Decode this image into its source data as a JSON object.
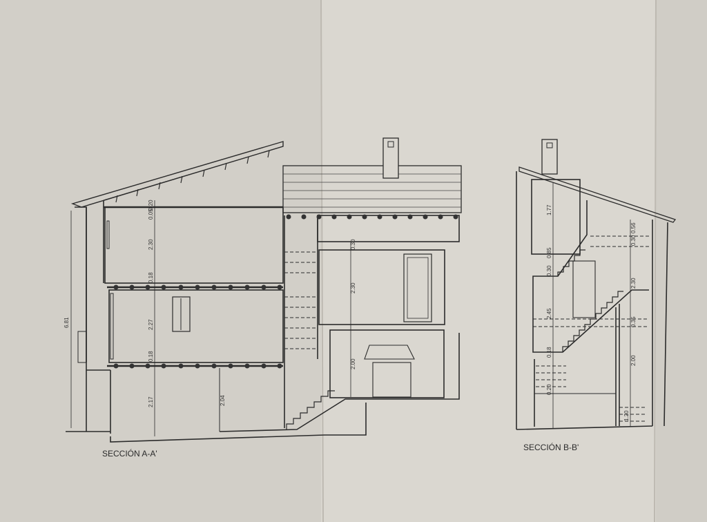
{
  "section_a": {
    "title": "SECCIÓN A-A'",
    "dims": {
      "total": "6.81",
      "roof_a": "0.20",
      "roof_b": "0.05",
      "floor3": "2.30",
      "slab2": "0.18",
      "floor2": "2.27",
      "slab1": "0.18",
      "floor1": "2.17",
      "floor1_b": "2.04",
      "mid_slab": "0.30",
      "mid_floor": "2.30",
      "mid_low": "2.00"
    }
  },
  "section_b": {
    "title": "SECCIÓN B-B'",
    "dims": {
      "top": "1.77",
      "upper": "0.85",
      "slab_up": "0.30",
      "mid": "2.45",
      "slab_low": "0.18",
      "base": "0.20",
      "r_top": "0.56",
      "r_slab": "0.30",
      "r_mid": "2.30",
      "r_slab2": "0.35",
      "r_low": "2.00",
      "r_base": "1.20"
    }
  },
  "colors": {
    "paper": "#d6d3cc",
    "paper_light": "#dcd9d2",
    "ink": "#2b2b2b"
  }
}
